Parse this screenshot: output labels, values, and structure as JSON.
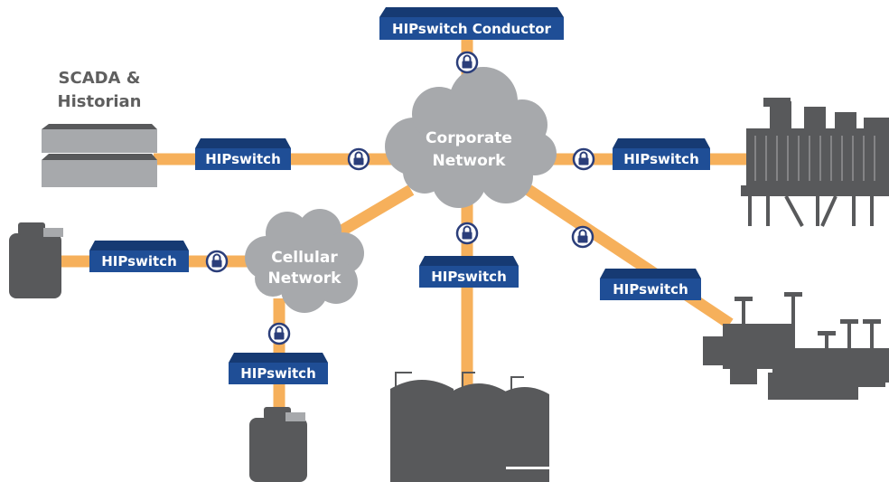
{
  "colors": {
    "link": "#F6B05B",
    "switch_fill": "#1F4E96",
    "switch_top": "#163A73",
    "cloud": "#A7A9AC",
    "equipment": "#58595B",
    "server_light": "#A7A9AC",
    "lock_ring": "#2B3E7A"
  },
  "conductor": {
    "label": "HIPswitch Conductor"
  },
  "corporate_cloud": {
    "line1": "Corporate",
    "line2": "Network"
  },
  "cellular_cloud": {
    "line1": "Cellular",
    "line2": "Network"
  },
  "scada": {
    "line1": "SCADA &",
    "line2": "Historian"
  },
  "switches": {
    "scada": "HIPswitch",
    "right": "HIPswitch",
    "center": "HIPswitch",
    "pipes": "HIPswitch",
    "left_cellular": "HIPswitch",
    "bottom_cellular": "HIPswitch"
  },
  "icons": {
    "lock": "padlock-icon",
    "server": "server-rack-icon",
    "cooling_tower": "cooling-tower-icon",
    "tanks": "storage-tanks-icon",
    "valves": "pipeline-valves-icon",
    "meter": "gas-meter-icon"
  }
}
